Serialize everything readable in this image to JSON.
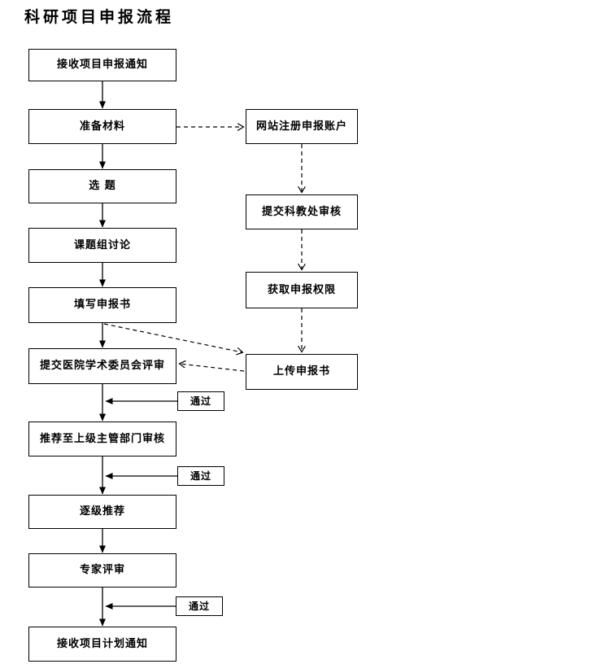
{
  "title": "科研项目申报流程",
  "flow": {
    "main": [
      {
        "label": "接收项目申报通知"
      },
      {
        "label": "准备材料"
      },
      {
        "label": "选 题"
      },
      {
        "label": "课题组讨论"
      },
      {
        "label": "填写申报书"
      },
      {
        "label": "提交医院学术委员会评审"
      },
      {
        "label": "推荐至上级主管部门审核"
      },
      {
        "label": "逐级推荐"
      },
      {
        "label": "专家评审"
      },
      {
        "label": "接收项目计划通知"
      }
    ],
    "online": [
      {
        "label": "网站注册申报账户"
      },
      {
        "label": "提交科教处审核"
      },
      {
        "label": "获取申报权限"
      },
      {
        "label": "上传申报书"
      }
    ],
    "pass": [
      {
        "label": "通过"
      },
      {
        "label": "通过"
      },
      {
        "label": "通过"
      }
    ]
  },
  "colors": {
    "line": "#000000",
    "border": "#000000",
    "background": "#ffffff",
    "text": "#000000"
  }
}
